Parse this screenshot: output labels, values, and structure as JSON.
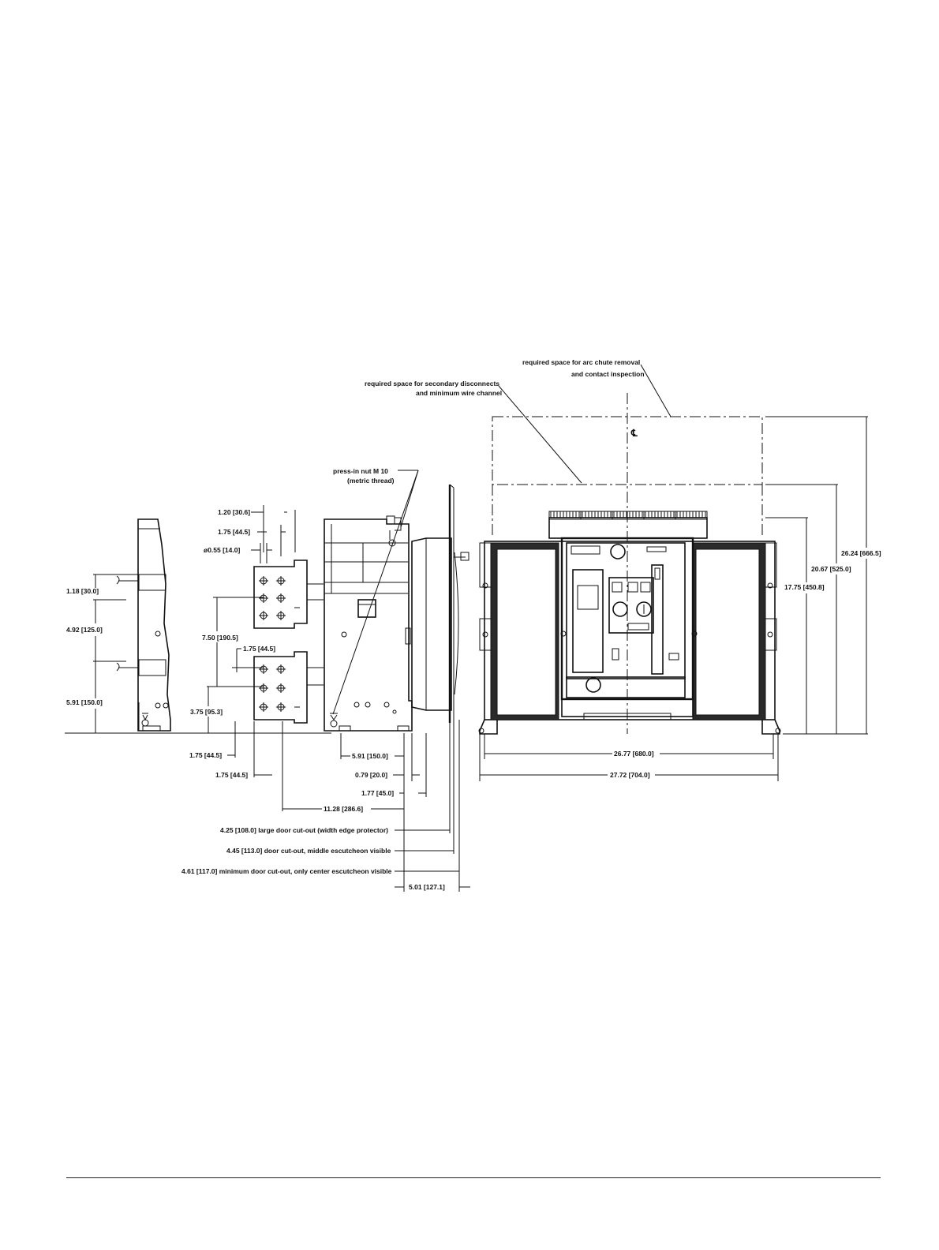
{
  "labels": {
    "arc_chute_1": "required space for arc chute removal",
    "arc_chute_2": "and contact inspection",
    "secondary_1": "required space for secondary disconnects",
    "secondary_2": "and minimum wire channel",
    "press_nut_1": "press-in nut M 10",
    "press_nut_2": "(metric thread)",
    "centerline": "℄"
  },
  "dimensions": {
    "d_1_20": "1.20 [30.6]",
    "d_1_75_top": "1.75 [44.5]",
    "d_dia": "ø0.55 [14.0]",
    "d_1_18": "1.18 [30.0]",
    "d_4_92": "4.92 [125.0]",
    "d_7_50": "7.50 [190.5]",
    "d_1_75_mid": "1.75 [44.5]",
    "d_5_91_left": "5.91 [150.0]",
    "d_3_75": "3.75 [95.3]",
    "d_1_75_bl": "1.75 [44.5]",
    "d_1_75_bm": "1.75 [44.5]",
    "d_5_91_bot": "5.91 [150.0]",
    "d_0_79": "0.79 [20.0]",
    "d_1_77": "1.77 [45.0]",
    "d_11_28": "11.28 [286.6]",
    "d_4_25": "4.25 [108.0] large door cut-out (width edge protector)",
    "d_4_45": "4.45 [113.0] door cut-out, middle escutcheon visible",
    "d_4_61": "4.61 [117.0] minimum door cut-out, only center escutcheon visible",
    "d_5_01": "5.01 [127.1]",
    "d_26_77": "26.77 [680.0]",
    "d_27_72": "27.72 [704.0]",
    "d_26_24": "26.24 [666.5]",
    "d_20_67": "20.67 [525.0]",
    "d_17_75": "17.75 [450.8]"
  }
}
